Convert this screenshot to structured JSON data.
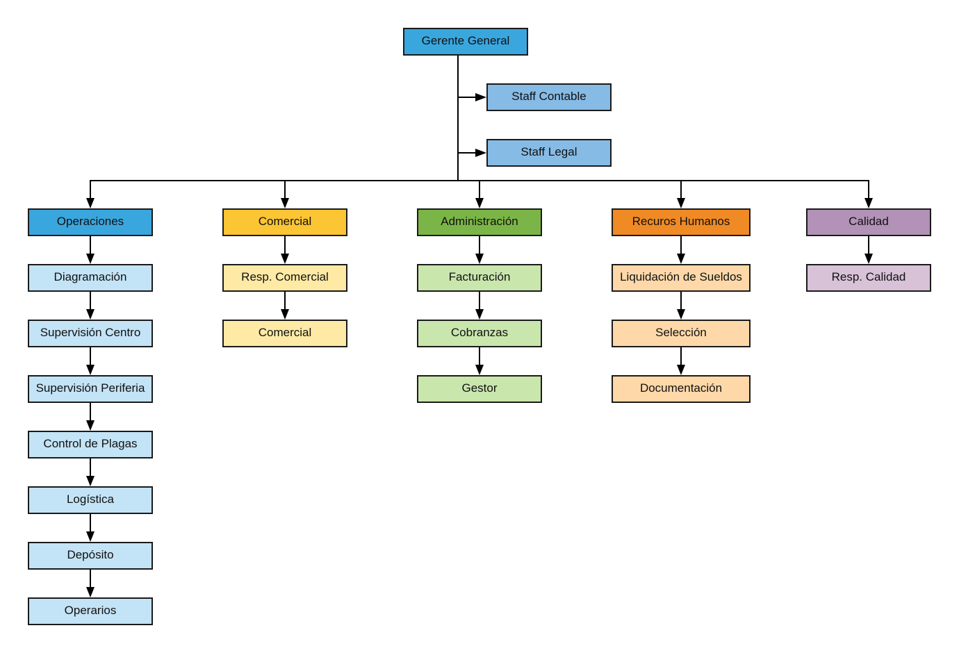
{
  "org_chart": {
    "root": {
      "label": "Gerente General",
      "color": "#3aa6de"
    },
    "staff": [
      {
        "label": "Staff Contable",
        "color": "#86bbe5"
      },
      {
        "label": "Staff Legal",
        "color": "#86bbe5"
      }
    ],
    "departments": [
      {
        "label": "Operaciones",
        "color": "#3aa6de",
        "child_color": "#c3e3f6",
        "children": [
          "Diagramación",
          "Supervisión Centro",
          "Supervisión Periferia",
          "Control de Plagas",
          "Logística",
          "Depósito",
          "Operarios"
        ]
      },
      {
        "label": "Comercial",
        "color": "#fbc534",
        "child_color": "#feeaa5",
        "children": [
          "Resp. Comercial",
          "Comercial"
        ]
      },
      {
        "label": "Administración",
        "color": "#7bb547",
        "child_color": "#c9e6ad",
        "children": [
          "Facturación",
          "Cobranzas",
          "Gestor"
        ]
      },
      {
        "label": "Recuros Humanos",
        "color": "#ef8a25",
        "child_color": "#fed8a8",
        "children": [
          "Liquidación de Sueldos",
          "Selección",
          "Documentación"
        ]
      },
      {
        "label": "Calidad",
        "color": "#b292b7",
        "child_color": "#d8c2d8",
        "children": [
          "Resp. Calidad"
        ]
      }
    ]
  }
}
